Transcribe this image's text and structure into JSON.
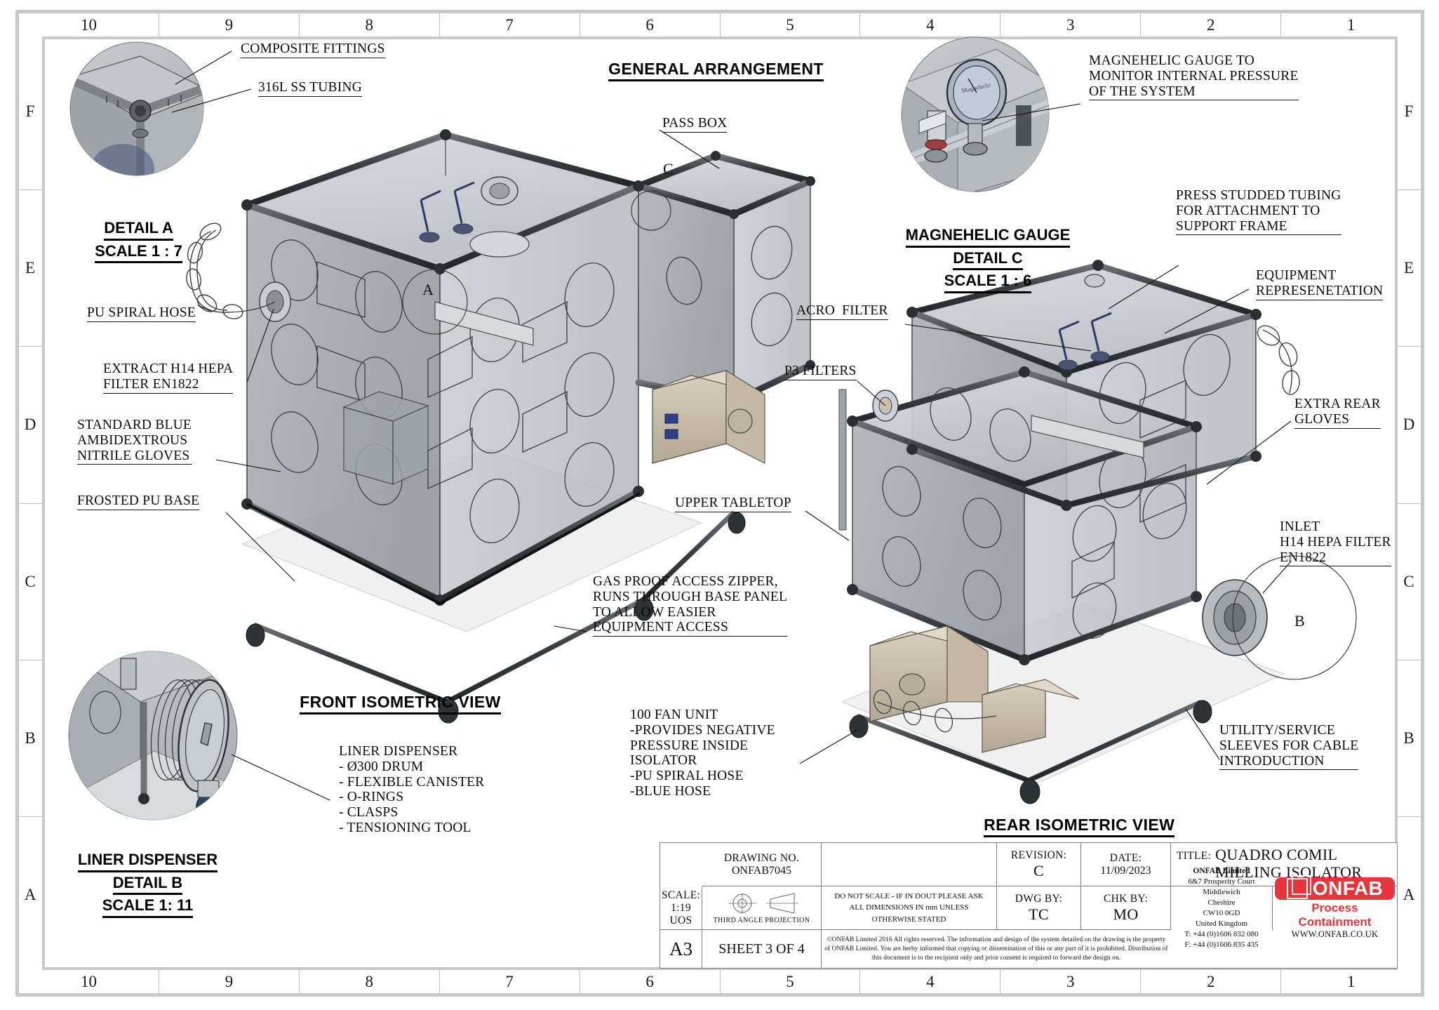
{
  "border": {
    "columns": [
      "10",
      "9",
      "8",
      "7",
      "6",
      "5",
      "4",
      "3",
      "2",
      "1"
    ],
    "rows": [
      "F",
      "E",
      "D",
      "C",
      "B",
      "A"
    ]
  },
  "headings": {
    "general_arrangement": "GENERAL ARRANGEMENT",
    "front_isometric_view": "FRONT ISOMETRIC VIEW",
    "rear_isometric_view": "REAR ISOMETRIC VIEW"
  },
  "details": {
    "a": {
      "name": "DETAIL A",
      "scale": "SCALE 1 : 7"
    },
    "b": {
      "title": "LINER DISPENSER",
      "name": "DETAIL B",
      "scale": "SCALE 1: 11"
    },
    "c": {
      "title": "MAGNEHELIC GAUGE",
      "name": "DETAIL C",
      "scale": "SCALE 1 : 6"
    }
  },
  "callouts": {
    "a": "A",
    "b": "B",
    "c": "C"
  },
  "annotations": {
    "composite_fittings": "COMPOSITE FITTINGS",
    "ss_tubing": "316L SS TUBING",
    "pu_spiral_hose": "PU SPIRAL HOSE",
    "extract_hepa": "EXTRACT H14 HEPA\nFILTER EN1822",
    "nitrile_gloves": "STANDARD BLUE\nAMBIDEXTROUS\nNITRILE GLOVES",
    "frosted_pu_base": "FROSTED PU BASE",
    "pass_box": "PASS BOX",
    "gas_proof_zipper": "GAS PROOF ACCESS ZIPPER,\nRUNS THROUGH BASE PANEL\nTO ALLOW EASIER\nEQUIPMENT ACCESS",
    "upper_tabletop": "UPPER TABLETOP",
    "fan_unit": "100 FAN UNIT\n-PROVIDES NEGATIVE\nPRESSURE INSIDE\nISOLATOR\n-PU SPIRAL HOSE\n-BLUE HOSE",
    "liner_dispenser_list": "LINER DISPENSER\n- Ø300 DRUM\n- FLEXIBLE CANISTER\n- O-RINGS\n- CLASPS\n- TENSIONING TOOL",
    "magnehelic_gauge": "MAGNEHELIC GAUGE TO\nMONITOR INTERNAL PRESSURE\nOF THE SYSTEM",
    "press_studded_tubing": "PRESS STUDDED TUBING\nFOR ATTACHMENT TO\nSUPPORT FRAME",
    "equipment_representation": "EQUIPMENT\nREPRESENETATION",
    "acro_filter": "ACRO  FILTER",
    "p3_filters": "P3 FILTERS",
    "extra_rear_gloves": "EXTRA REAR\nGLOVES",
    "inlet_hepa": "INLET\nH14 HEPA FILTER\nEN1822",
    "utility_sleeves": "UTILITY/SERVICE\nSLEEVES FOR CABLE\nINTRODUCTION"
  },
  "title_block": {
    "drawing_no_label": "DRAWING NO.",
    "drawing_no": "ONFAB7045",
    "revision_label": "REVISION:",
    "revision": "C",
    "date_label": "DATE:",
    "date": "11/09/2023",
    "title_label": "TITLE:",
    "title": "QUADRO COMIL\nMILLING ISOLATOR",
    "scale_label": "SCALE:",
    "scale": "1:19",
    "scale_uos": "UOS",
    "projection": "THIRD ANGLE PROJECTION",
    "do_not_scale": "DO NOT SCALE - IF IN DOUT PLEASE ASK\nALL DIMENSIONS IN mm UNLESS\nOTHERWISE STATED",
    "dwg_by_label": "DWG BY:",
    "dwg_by": "TC",
    "chk_by_label": "CHK BY:",
    "chk_by": "MO",
    "company_name": "ONFAB Limited",
    "address": "6&7 Prosperity Court\nMiddlewich\nCheshire\nCW10 0GD\nUnited Kingdom\nT: +44 (0)1606 832 080\nF: +44 (0)1606 835 435",
    "copyright": "©ONFAB Limited 2016 All rights reserved. The information and design of the system detailed on the drawing is the property of ONFAB Limited. You are herby informed that copying or dissemination of this or any part of it is prohibited. Distribution of this document is to the recipient only and prior consent is required to forward the design on.",
    "sheet_size": "A3",
    "sheet": "SHEET 3 OF 4",
    "brand": "ONFAB",
    "tagline": "Process Containment",
    "url": "WWW.ONFAB.CO.UK",
    "brand_color": "#e8343a"
  }
}
